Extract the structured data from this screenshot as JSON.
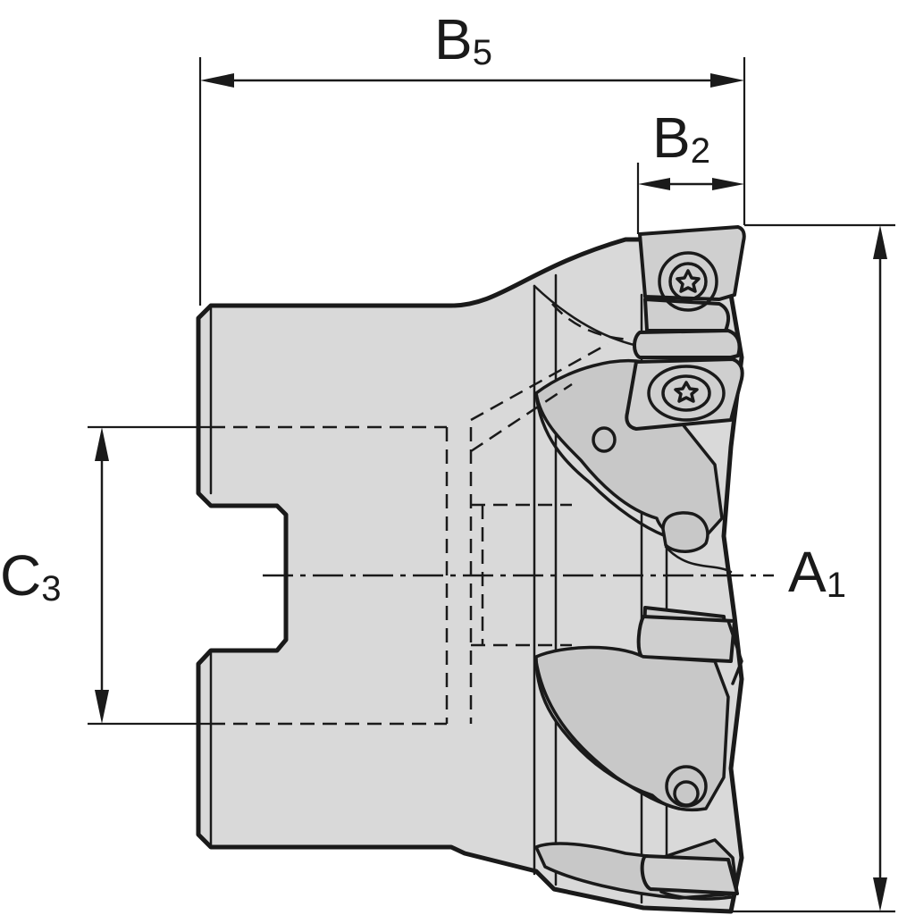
{
  "labels": {
    "b5": {
      "main": "B",
      "sub": "5"
    },
    "b2": {
      "main": "B",
      "sub": "2"
    },
    "c3": {
      "main": "C",
      "sub": "3"
    },
    "a1": {
      "main": "A",
      "sub": "1"
    }
  },
  "colors": {
    "body_fill": "#d9d9d9",
    "line": "#1a1a1a",
    "background": "#ffffff"
  },
  "icons": {
    "screw": "torx-screw-icon"
  }
}
